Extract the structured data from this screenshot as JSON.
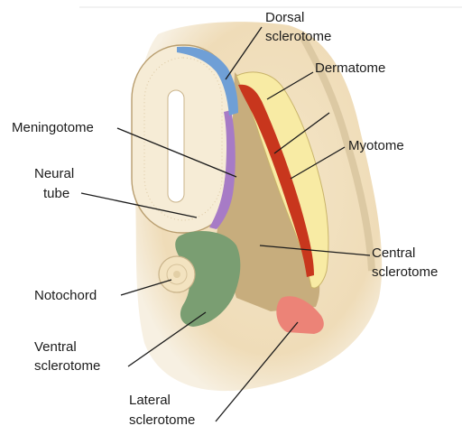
{
  "labels": {
    "dorsal_sclerotome": [
      "Dorsal",
      "sclerotome"
    ],
    "dermatome": "Dermatome",
    "meningotome": "Meningotome",
    "myotome": "Myotome",
    "neural_tube": [
      "Neural",
      "tube"
    ],
    "central_sclerotome": [
      "Central",
      "sclerotome"
    ],
    "notochord": "Notochord",
    "ventral_sclerotome": [
      "Ventral",
      "sclerotome"
    ],
    "lateral_sclerotome": [
      "Lateral",
      "sclerotome"
    ]
  },
  "colors": {
    "background_tissue": "#efdcb8",
    "tissue_edge": "#e2c79a",
    "neural_tube": "#f6ecd6",
    "central_sclerotome": "#c7ad7d",
    "ventral_sclerotome": "#7a9e72",
    "dorsal_sclerotome": "#6f9fd6",
    "meningotome": "#a77bc6",
    "dermatome": "#f8eba4",
    "myotome": "#c8361d",
    "lateral_sclerotome": "#ec8377",
    "notochord": "#f3e3c0"
  }
}
